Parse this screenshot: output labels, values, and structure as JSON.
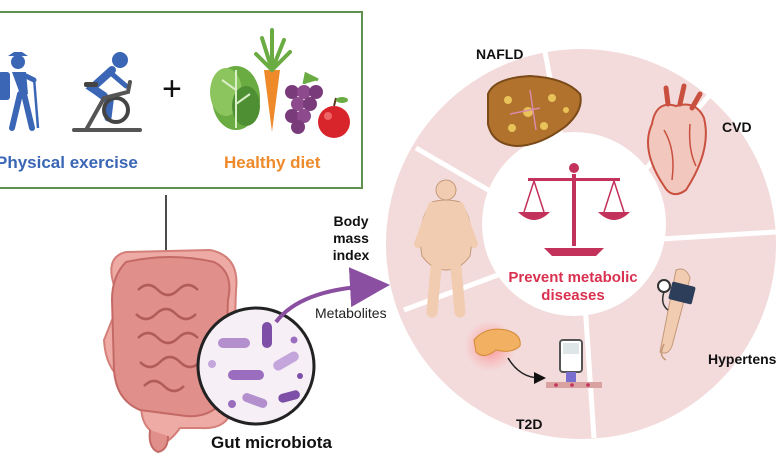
{
  "colors": {
    "box_border": "#5f9150",
    "exercise_text": "#3a66b5",
    "diet_text": "#ee8a2a",
    "ring_fill": "#f3dbdc",
    "scale": "#c2325a",
    "prevent_text": "#d9314f",
    "arrow": "#8a4fa0"
  },
  "inputs": {
    "exercise_label": "Physical exercise",
    "diet_label": "Healthy diet",
    "plus": "+",
    "exercise_icons": [
      "hiker-icon",
      "cycling-icon"
    ],
    "diet_icons": [
      "lettuce-icon",
      "carrot-icon",
      "grapes-icon",
      "apple-icon"
    ]
  },
  "gut": {
    "label": "Gut microbiota",
    "metabolites_label": "Metabolites"
  },
  "wheel": {
    "center_label": "Prevent metabolic diseases",
    "center_icon": "balance-scale-icon",
    "segments": [
      {
        "label": "NAFLD",
        "icon": "liver-icon"
      },
      {
        "label": "CVD",
        "icon": "heart-icon"
      },
      {
        "label": "Hypertension",
        "icon": "blood-pressure-cuff-icon"
      },
      {
        "label": "T2D",
        "icon": "pancreas-glucometer-icon"
      },
      {
        "label": "Body mass index",
        "icon": "obese-body-icon"
      }
    ],
    "visible_labels": {
      "nafld": "NAFLD",
      "cvd": "CVD",
      "hypertension": "Hypertens",
      "t2d": "T2D",
      "bmi": "Body mass index"
    }
  }
}
